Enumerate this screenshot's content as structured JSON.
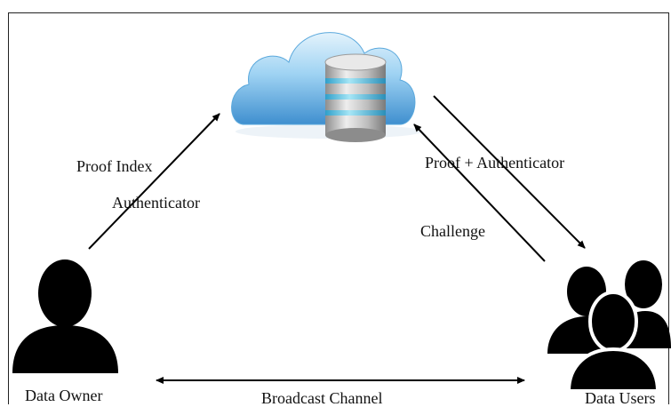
{
  "diagram": {
    "nodes": {
      "cloud": {
        "icon": "cloud-database-icon"
      },
      "owner": {
        "label": "Data Owner",
        "icon": "person-icon"
      },
      "users": {
        "label": "Data Users",
        "icon": "group-users-icon"
      }
    },
    "edges": {
      "owner_to_cloud": {
        "label_1": "Proof Index",
        "label_2": "Authenticator"
      },
      "cloud_to_users": {
        "label": "Proof + Authenticator"
      },
      "users_to_cloud": {
        "label": "Challenge"
      },
      "broadcast": {
        "label": "Broadcast Channel"
      }
    }
  },
  "colors": {
    "cloud_light": "#cfe8f8",
    "cloud_mid": "#8cc8ee",
    "cloud_dark": "#3d8fd0",
    "db_silver": "#c9c9c9",
    "db_band": "#69c6e6",
    "ink": "#000000"
  }
}
